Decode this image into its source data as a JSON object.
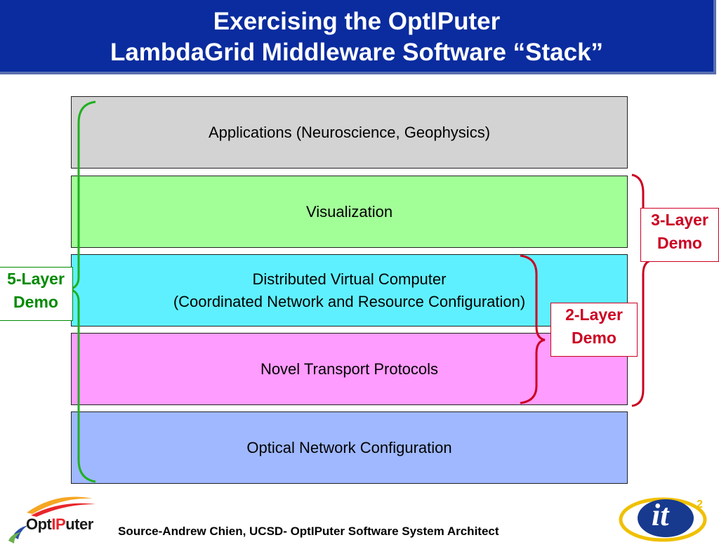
{
  "title": {
    "line1": "Exercising the OptIPuter",
    "line2": "LambdaGrid Middleware Software “Stack”"
  },
  "layers": [
    {
      "lines": [
        "Applications (Neuroscience, Geophysics)"
      ],
      "color": "#d3d3d3"
    },
    {
      "lines": [
        "Visualization"
      ],
      "color": "#a2ff98"
    },
    {
      "lines": [
        "Distributed Virtual Computer",
        "(Coordinated Network and Resource Configuration)"
      ],
      "color": "#5ff0ff"
    },
    {
      "lines": [
        "Novel Transport Protocols"
      ],
      "color": "#ff9cff"
    },
    {
      "lines": [
        "Optical Network Configuration"
      ],
      "color": "#9fb8ff"
    }
  ],
  "demos": {
    "five_layer": {
      "line1": "5-Layer",
      "line2": "Demo",
      "color": "#008a00",
      "brace_color": "#1fb01f"
    },
    "three_layer": {
      "line1": "3-Layer",
      "line2": "Demo",
      "color": "#cc0022",
      "brace_color": "#cc0022"
    },
    "two_layer": {
      "line1": "2-Layer",
      "line2": "Demo",
      "color": "#cc0022",
      "brace_color": "#cc0022"
    }
  },
  "footer": {
    "source": "Source-Andrew Chien, UCSD- OptIPuter Software System Architect"
  },
  "logos": {
    "left": {
      "text_a": "Opt",
      "text_b": "IP",
      "text_c": "uter"
    },
    "right": {
      "text": "it",
      "superscript": "2"
    }
  },
  "colors": {
    "title_bg": "#0a2c9e",
    "accent_red": "#cc0022",
    "accent_green": "#1fb01f"
  }
}
